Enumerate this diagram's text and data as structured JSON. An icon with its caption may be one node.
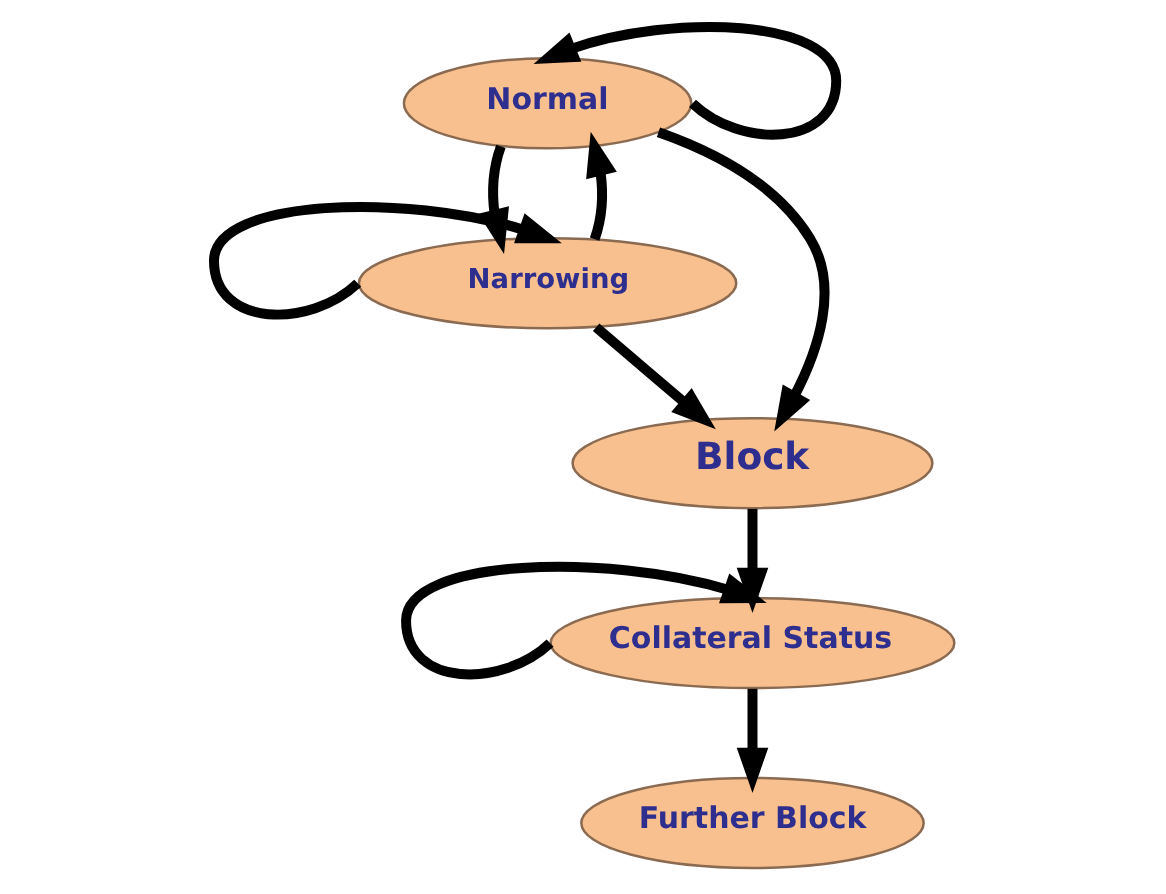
{
  "diagram": {
    "nodes": [
      {
        "text": [
          "Normal"
        ]
      },
      {
        "text": [
          "Narrowing"
        ]
      },
      {
        "text": [
          "Block"
        ]
      },
      {
        "text": [
          "Collateral Status"
        ]
      },
      {
        "text": [
          "Further Block"
        ]
      }
    ],
    "edges": [
      {
        "from": 0,
        "to": 0,
        "arrow": "to"
      },
      {
        "from": 0,
        "to": 1,
        "arrow": "to"
      },
      {
        "from": 1,
        "to": 0,
        "arrow": "to"
      },
      {
        "from": 1,
        "to": 1,
        "arrow": "to"
      },
      {
        "from": 1,
        "to": 2,
        "arrow": "to"
      },
      {
        "from": 0,
        "to": 2,
        "arrow": "to"
      },
      {
        "from": 2,
        "to": 3,
        "arrow": "to"
      },
      {
        "from": 3,
        "to": 3,
        "arrow": "to"
      },
      {
        "from": 3,
        "to": 4,
        "arrow": "to"
      }
    ]
  }
}
